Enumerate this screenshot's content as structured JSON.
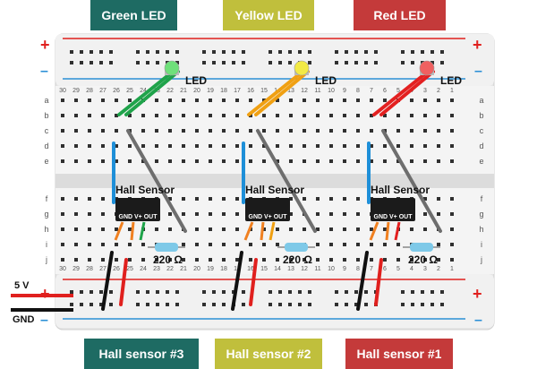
{
  "top_labels": [
    {
      "text": "Green LED",
      "color": "#1e6b63"
    },
    {
      "text": "Yellow LED",
      "color": "#c0bf3c"
    },
    {
      "text": "Red LED",
      "color": "#c43a3a"
    }
  ],
  "bottom_labels": [
    {
      "text": "Hall sensor #3",
      "color": "#1e6b63"
    },
    {
      "text": "Hall sensor #2",
      "color": "#c0bf3c"
    },
    {
      "text": "Hall sensor #1",
      "color": "#c43a3a"
    }
  ],
  "rail_symbols": {
    "plus": "+",
    "minus": "–"
  },
  "supply": {
    "v5_label": "5 V",
    "gnd_label": "GND"
  },
  "modules": [
    {
      "led_label": "LED",
      "led_color": "#6fe07a",
      "sensor_label": "Hall Sensor",
      "pins_label": "GND V+ OUT",
      "resistor_label": "220 Ω",
      "anode_wire_color": "#1fa34a"
    },
    {
      "led_label": "LED",
      "led_color": "#f2ea45",
      "sensor_label": "Hall Sensor",
      "pins_label": "GND V+ OUT",
      "resistor_label": "220 Ω",
      "anode_wire_color": "#f0a012"
    },
    {
      "led_label": "LED",
      "led_color": "#f06060",
      "sensor_label": "Hall Sensor",
      "pins_label": "GND V+ OUT",
      "resistor_label": "220 Ω",
      "anode_wire_color": "#e32020"
    }
  ],
  "row_letters_top": [
    "a",
    "b",
    "c",
    "d",
    "e"
  ],
  "row_letters_bottom": [
    "f",
    "g",
    "h",
    "i",
    "j"
  ],
  "column_numbers_top": [
    "30",
    "29",
    "28",
    "27",
    "26",
    "25",
    "24",
    "23",
    "22",
    "21",
    "20",
    "19",
    "18",
    "17",
    "16",
    "15",
    "14",
    "13",
    "12",
    "11",
    "10",
    "9",
    "8",
    "7",
    "6",
    "5",
    "4",
    "3",
    "2",
    "1"
  ],
  "column_numbers_bottom": [
    "30",
    "29",
    "28",
    "27",
    "26",
    "25",
    "24",
    "23",
    "22",
    "21",
    "20",
    "19",
    "18",
    "17",
    "16",
    "15",
    "14",
    "13",
    "12",
    "11",
    "10",
    "9",
    "8",
    "7",
    "6",
    "5",
    "4",
    "3",
    "2",
    "1"
  ],
  "colors": {
    "power_red": "#e0201e",
    "ground_blue": "#2a8fd6",
    "wire_gray": "#6e6e6e",
    "wire_blue": "#1e8fd8",
    "wire_orange": "#f08020",
    "wire_black": "#111111",
    "sensor_body": "#1b1b1b",
    "resistor_body": "#7ec9e8"
  }
}
